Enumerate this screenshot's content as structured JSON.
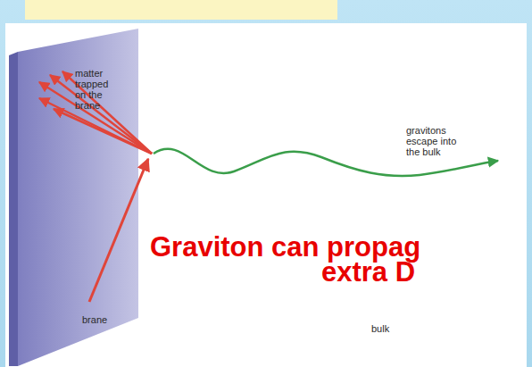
{
  "diagram": {
    "labels": [
      "matter trapped on the brane",
      "gravitons escape into the bulk",
      "brane",
      "bulk",
      "Graviton can propag",
      "extra D"
    ]
  }
}
